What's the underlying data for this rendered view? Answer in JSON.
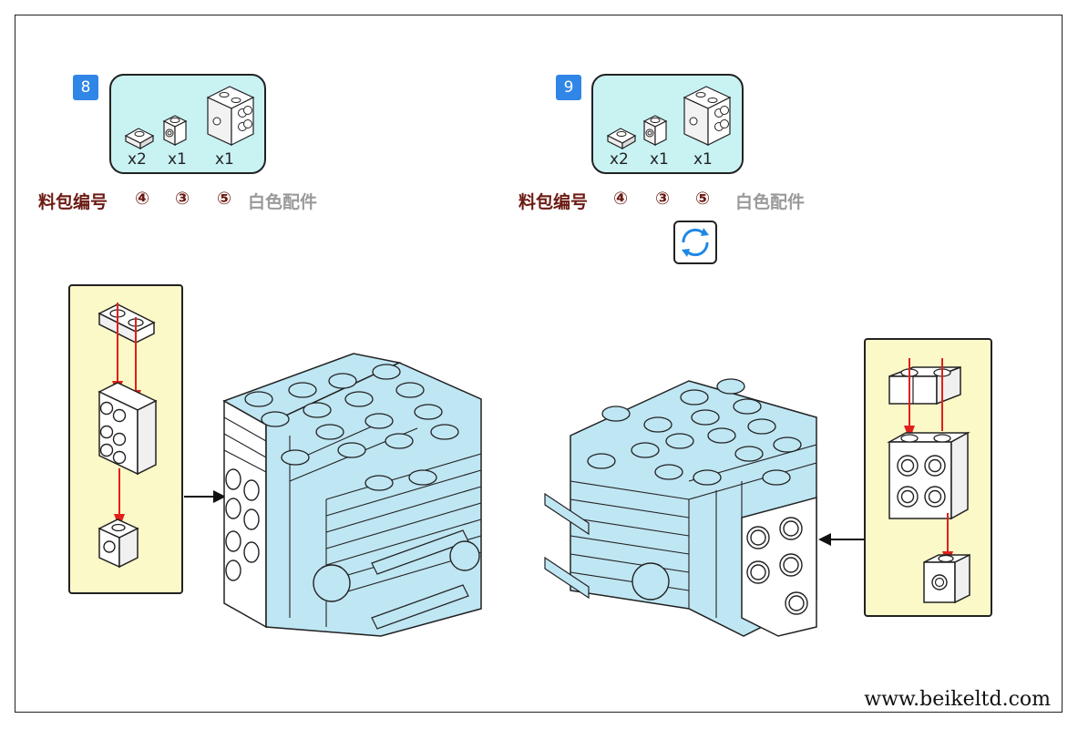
{
  "steps": [
    {
      "number": "8",
      "parts": [
        {
          "icon": "plate-1x1-icon",
          "qty": "x2"
        },
        {
          "icon": "side-stud-brick-1x1-icon",
          "qty": "x1"
        },
        {
          "icon": "side-stud-brick-1x2-icon",
          "qty": "x1"
        }
      ],
      "pack_label": "料包编号",
      "pack_numbers": [
        "④",
        "③",
        "⑤"
      ],
      "color_note": "白色配件"
    },
    {
      "number": "9",
      "parts": [
        {
          "icon": "plate-1x1-icon",
          "qty": "x2"
        },
        {
          "icon": "side-stud-brick-1x1-icon",
          "qty": "x1"
        },
        {
          "icon": "side-stud-brick-1x2-icon",
          "qty": "x1"
        }
      ],
      "pack_label": "料包编号",
      "pack_numbers": [
        "④",
        "③",
        "⑤"
      ],
      "color_note": "白色配件",
      "rotate_icon": "rotate-model-icon"
    }
  ],
  "colors": {
    "step_badge": "#2f86e6",
    "parts_box_bg": "#c9f2f3",
    "sub_panel_bg": "#fcf9c8",
    "brick_blue": "#bfe6f3",
    "pack_text": "#6b1a12",
    "arrow_red": "#e0201a"
  },
  "footer": {
    "website": "www.beikeltd.com"
  }
}
